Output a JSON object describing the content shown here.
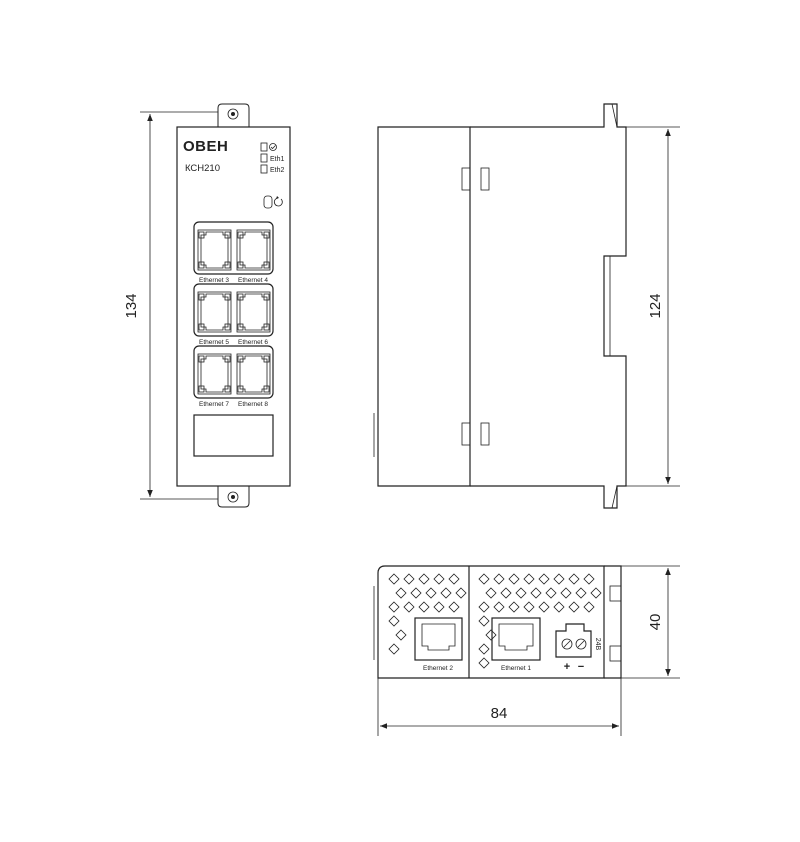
{
  "device": {
    "brand": "ОВЕН",
    "model": "КСН210",
    "indicators": [
      "Eth1",
      "Eth2"
    ],
    "front_ports": [
      "Ethernet 3",
      "Ethernet 4",
      "Ethernet 5",
      "Ethernet 6",
      "Ethernet 7",
      "Ethernet 8"
    ],
    "bottom_ports": [
      "Ethernet 2",
      "Ethernet 1"
    ],
    "power_voltage": "24В",
    "power_plus": "+",
    "power_minus": "−"
  },
  "dimensions": {
    "front_height": "134",
    "side_height": "124",
    "bottom_depth": "40",
    "bottom_width": "84"
  },
  "colors": {
    "line": "#222222",
    "background": "#ffffff"
  }
}
